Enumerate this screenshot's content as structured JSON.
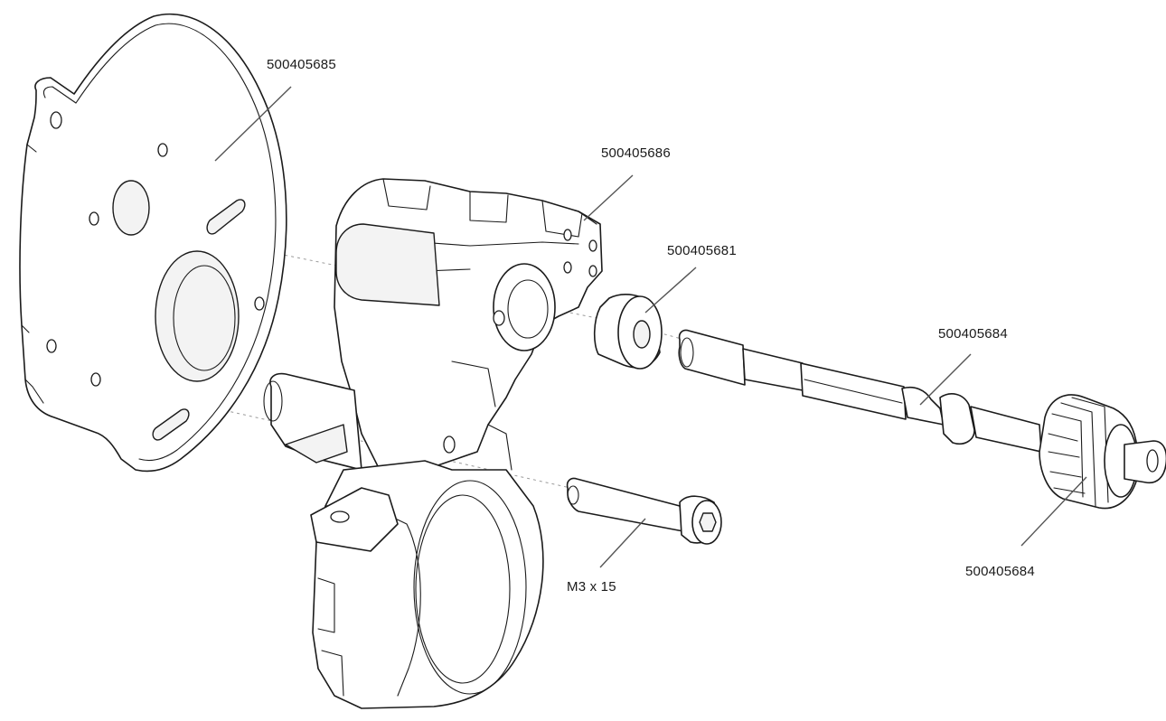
{
  "labels": {
    "motor_plate": "500405685",
    "gearbox_housing": "500405686",
    "bearing": "500405681",
    "input_shaft": "500405684",
    "pinion_gear": "500405684",
    "screw": "M3 x 15"
  },
  "colors": {
    "line": "#1b1b1b",
    "leader": "#555555",
    "dashed_axis": "#9a9a9a",
    "background": "#ffffff"
  }
}
